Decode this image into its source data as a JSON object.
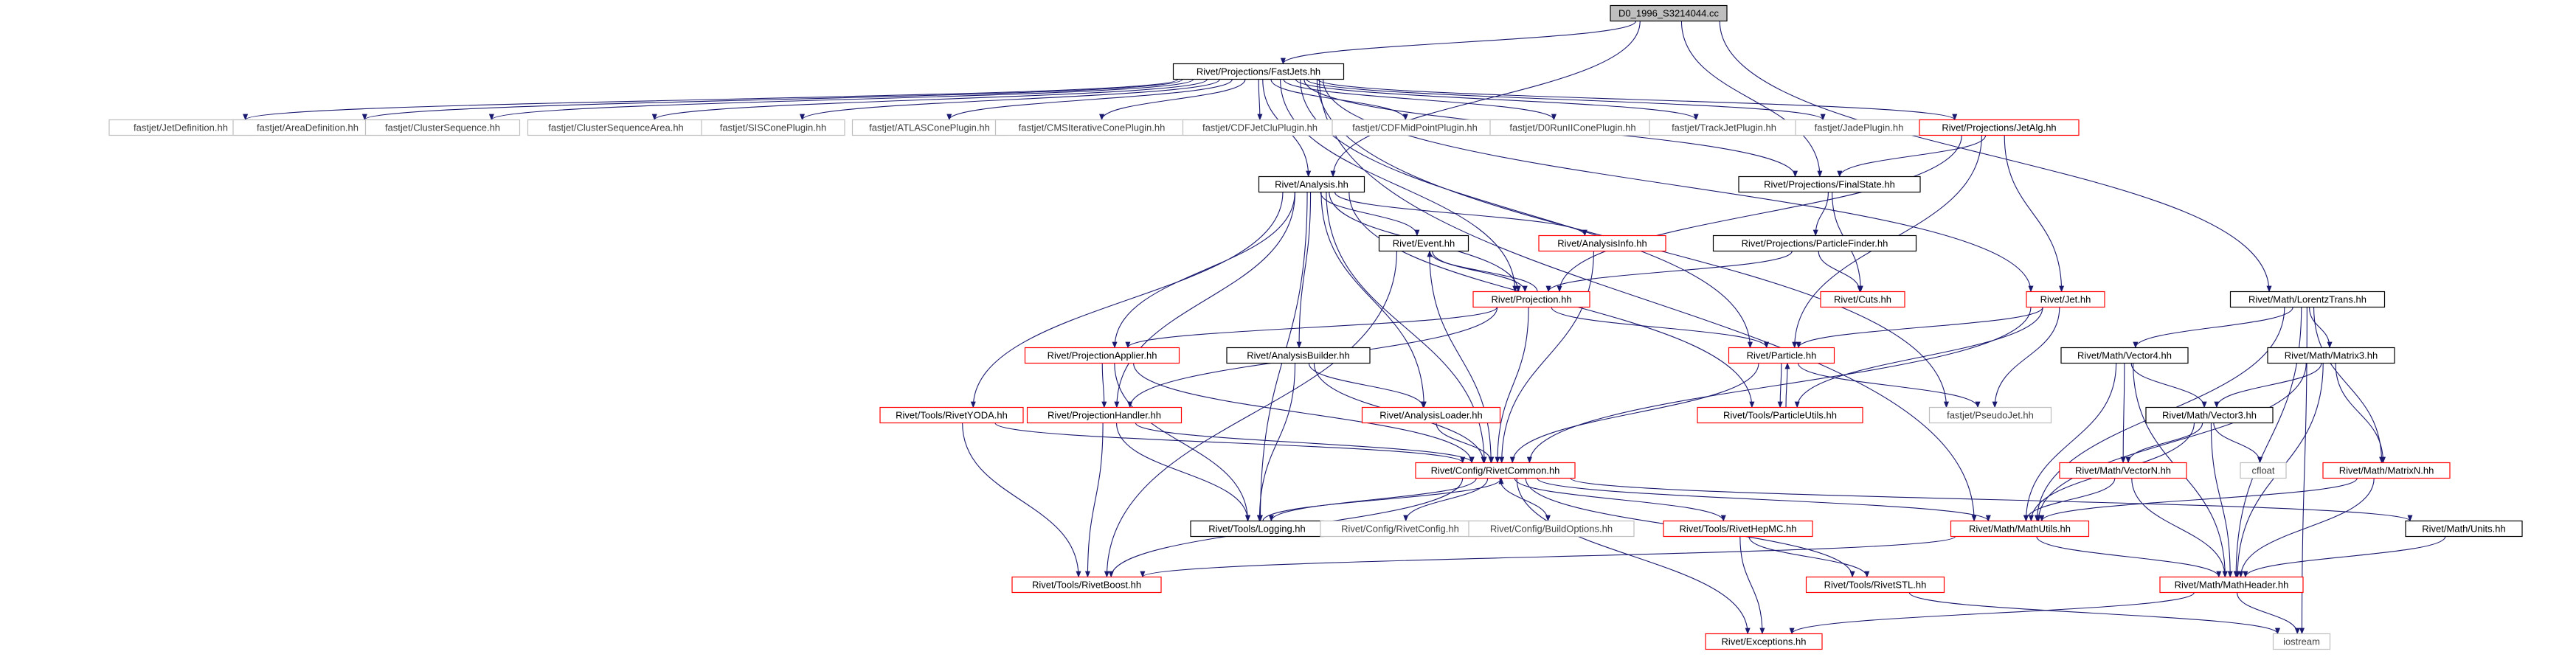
{
  "colors": {
    "edge": "#191970",
    "border_internal": "#000000",
    "border_missing": "#ff0000",
    "border_external": "#bfbfbf",
    "root_fill": "#bfbfbf",
    "text": "#000000",
    "text_external": "#404040"
  },
  "graph": {
    "nodes": [
      {
        "id": "root",
        "label": "D0_1996_S3214044.cc",
        "style": "root"
      },
      {
        "id": "fastjets",
        "label": "Rivet/Projections/FastJets.hh",
        "style": "internal"
      },
      {
        "id": "fj_jetdef",
        "label": "fastjet/JetDefinition.hh",
        "style": "external"
      },
      {
        "id": "fj_areadef",
        "label": "fastjet/AreaDefinition.hh",
        "style": "external"
      },
      {
        "id": "fj_clseq",
        "label": "fastjet/ClusterSequence.hh",
        "style": "external"
      },
      {
        "id": "fj_clseqarea",
        "label": "fastjet/ClusterSequenceArea.hh",
        "style": "external"
      },
      {
        "id": "fj_siscone",
        "label": "fastjet/SISConePlugin.hh",
        "style": "external"
      },
      {
        "id": "fj_atlascone",
        "label": "fastjet/ATLASConePlugin.hh",
        "style": "external"
      },
      {
        "id": "fj_cmsiter",
        "label": "fastjet/CMSIterativeConePlugin.hh",
        "style": "external"
      },
      {
        "id": "fj_cdfjetclu",
        "label": "fastjet/CDFJetCluPlugin.hh",
        "style": "external"
      },
      {
        "id": "fj_cdfmid",
        "label": "fastjet/CDFMidPointPlugin.hh",
        "style": "external"
      },
      {
        "id": "fj_d0run2",
        "label": "fastjet/D0RunIIConePlugin.hh",
        "style": "external"
      },
      {
        "id": "fj_trackjet",
        "label": "fastjet/TrackJetPlugin.hh",
        "style": "external"
      },
      {
        "id": "fj_jade",
        "label": "fastjet/JadePlugin.hh",
        "style": "external"
      },
      {
        "id": "jetalg",
        "label": "Rivet/Projections/JetAlg.hh",
        "style": "missing"
      },
      {
        "id": "analysis",
        "label": "Rivet/Analysis.hh",
        "style": "internal"
      },
      {
        "id": "finalstate",
        "label": "Rivet/Projections/FinalState.hh",
        "style": "internal"
      },
      {
        "id": "event",
        "label": "Rivet/Event.hh",
        "style": "internal"
      },
      {
        "id": "analysisinfo",
        "label": "Rivet/AnalysisInfo.hh",
        "style": "missing"
      },
      {
        "id": "particlefinder",
        "label": "Rivet/Projections/ParticleFinder.hh",
        "style": "internal"
      },
      {
        "id": "projection",
        "label": "Rivet/Projection.hh",
        "style": "missing"
      },
      {
        "id": "cuts",
        "label": "Rivet/Cuts.hh",
        "style": "missing"
      },
      {
        "id": "jet",
        "label": "Rivet/Jet.hh",
        "style": "missing"
      },
      {
        "id": "lorentztrans",
        "label": "Rivet/Math/LorentzTrans.hh",
        "style": "internal"
      },
      {
        "id": "projapplier",
        "label": "Rivet/ProjectionApplier.hh",
        "style": "missing"
      },
      {
        "id": "analysisbuilder",
        "label": "Rivet/AnalysisBuilder.hh",
        "style": "internal"
      },
      {
        "id": "particle",
        "label": "Rivet/Particle.hh",
        "style": "missing"
      },
      {
        "id": "vector4",
        "label": "Rivet/Math/Vector4.hh",
        "style": "internal"
      },
      {
        "id": "matrix3",
        "label": "Rivet/Math/Matrix3.hh",
        "style": "internal"
      },
      {
        "id": "rivetyoda",
        "label": "Rivet/Tools/RivetYODA.hh",
        "style": "missing"
      },
      {
        "id": "projhandler",
        "label": "Rivet/ProjectionHandler.hh",
        "style": "missing"
      },
      {
        "id": "analysisloader",
        "label": "Rivet/AnalysisLoader.hh",
        "style": "missing"
      },
      {
        "id": "particleutils",
        "label": "Rivet/Tools/ParticleUtils.hh",
        "style": "missing"
      },
      {
        "id": "pseudojet",
        "label": "fastjet/PseudoJet.hh",
        "style": "external"
      },
      {
        "id": "vector3",
        "label": "Rivet/Math/Vector3.hh",
        "style": "internal"
      },
      {
        "id": "cfloat",
        "label": "cfloat",
        "style": "external"
      },
      {
        "id": "vectorn",
        "label": "Rivet/Math/VectorN.hh",
        "style": "missing"
      },
      {
        "id": "matrixn",
        "label": "Rivet/Math/MatrixN.hh",
        "style": "missing"
      },
      {
        "id": "rivetcommon",
        "label": "Rivet/Config/RivetCommon.hh",
        "style": "missing"
      },
      {
        "id": "logging",
        "label": "Rivet/Tools/Logging.hh",
        "style": "internal"
      },
      {
        "id": "rivetconfig",
        "label": "Rivet/Config/RivetConfig.hh",
        "style": "external"
      },
      {
        "id": "buildoptions",
        "label": "Rivet/Config/BuildOptions.hh",
        "style": "external"
      },
      {
        "id": "rivethepmc",
        "label": "Rivet/Tools/RivetHepMC.hh",
        "style": "missing"
      },
      {
        "id": "mathutils",
        "label": "Rivet/Math/MathUtils.hh",
        "style": "missing"
      },
      {
        "id": "units",
        "label": "Rivet/Math/Units.hh",
        "style": "internal"
      },
      {
        "id": "rivetboost",
        "label": "Rivet/Tools/RivetBoost.hh",
        "style": "missing"
      },
      {
        "id": "rivetstl",
        "label": "Rivet/Tools/RivetSTL.hh",
        "style": "missing"
      },
      {
        "id": "mathheader",
        "label": "Rivet/Math/MathHeader.hh",
        "style": "missing"
      },
      {
        "id": "exceptions",
        "label": "Rivet/Exceptions.hh",
        "style": "missing"
      },
      {
        "id": "iostream",
        "label": "iostream",
        "style": "external"
      }
    ],
    "edges": [
      [
        "root",
        "fastjets"
      ],
      [
        "root",
        "analysis"
      ],
      [
        "root",
        "finalstate"
      ],
      [
        "root",
        "lorentztrans"
      ],
      [
        "fastjets",
        "fj_jetdef"
      ],
      [
        "fastjets",
        "fj_areadef"
      ],
      [
        "fastjets",
        "fj_clseq"
      ],
      [
        "fastjets",
        "fj_clseqarea"
      ],
      [
        "fastjets",
        "fj_siscone"
      ],
      [
        "fastjets",
        "fj_atlascone"
      ],
      [
        "fastjets",
        "fj_cmsiter"
      ],
      [
        "fastjets",
        "fj_cdfjetclu"
      ],
      [
        "fastjets",
        "fj_cdfmid"
      ],
      [
        "fastjets",
        "fj_d0run2"
      ],
      [
        "fastjets",
        "fj_trackjet"
      ],
      [
        "fastjets",
        "fj_jade"
      ],
      [
        "fastjets",
        "jetalg"
      ],
      [
        "fastjets",
        "analysis"
      ],
      [
        "fastjets",
        "finalstate"
      ],
      [
        "fastjets",
        "projection"
      ],
      [
        "fastjets",
        "jet"
      ],
      [
        "fastjets",
        "particle"
      ],
      [
        "fastjets",
        "pseudojet"
      ],
      [
        "fastjets",
        "mathutils"
      ],
      [
        "jetalg",
        "projection"
      ],
      [
        "jetalg",
        "finalstate"
      ],
      [
        "jetalg",
        "jet"
      ],
      [
        "jetalg",
        "particle"
      ],
      [
        "analysis",
        "event"
      ],
      [
        "analysis",
        "analysisinfo"
      ],
      [
        "analysis",
        "projection"
      ],
      [
        "analysis",
        "projapplier"
      ],
      [
        "analysis",
        "analysisbuilder"
      ],
      [
        "analysis",
        "rivetyoda"
      ],
      [
        "analysis",
        "projhandler"
      ],
      [
        "analysis",
        "analysisloader"
      ],
      [
        "analysis",
        "particleutils"
      ],
      [
        "analysis",
        "rivetcommon"
      ],
      [
        "analysis",
        "logging"
      ],
      [
        "finalstate",
        "particlefinder"
      ],
      [
        "finalstate",
        "cuts"
      ],
      [
        "particlefinder",
        "projection"
      ],
      [
        "particlefinder",
        "cuts"
      ],
      [
        "event",
        "projection"
      ],
      [
        "event",
        "rivetcommon"
      ],
      [
        "event",
        "rivetboost"
      ],
      [
        "analysisinfo",
        "rivetcommon"
      ],
      [
        "projection",
        "event"
      ],
      [
        "projection",
        "projapplier"
      ],
      [
        "projection",
        "projhandler"
      ],
      [
        "projection",
        "particle"
      ],
      [
        "projection",
        "rivetcommon"
      ],
      [
        "jet",
        "particle"
      ],
      [
        "jet",
        "particleutils"
      ],
      [
        "jet",
        "pseudojet"
      ],
      [
        "jet",
        "rivetcommon"
      ],
      [
        "lorentztrans",
        "vector4"
      ],
      [
        "lorentztrans",
        "matrix3"
      ],
      [
        "lorentztrans",
        "matrixn"
      ],
      [
        "lorentztrans",
        "mathheader"
      ],
      [
        "lorentztrans",
        "iostream"
      ],
      [
        "lorentztrans",
        "mathutils"
      ],
      [
        "projapplier",
        "projhandler"
      ],
      [
        "projapplier",
        "rivetcommon"
      ],
      [
        "projapplier",
        "logging"
      ],
      [
        "analysisbuilder",
        "analysisloader"
      ],
      [
        "analysisbuilder",
        "rivetcommon"
      ],
      [
        "analysisbuilder",
        "logging"
      ],
      [
        "particle",
        "particleutils"
      ],
      [
        "particle",
        "pseudojet"
      ],
      [
        "particle",
        "rivetcommon"
      ],
      [
        "particleutils",
        "particle"
      ],
      [
        "vector4",
        "vector3"
      ],
      [
        "vector4",
        "vectorn"
      ],
      [
        "vector4",
        "mathutils"
      ],
      [
        "vector4",
        "mathheader"
      ],
      [
        "matrix3",
        "vector3"
      ],
      [
        "matrix3",
        "matrixn"
      ],
      [
        "matrix3",
        "mathutils"
      ],
      [
        "matrix3",
        "mathheader"
      ],
      [
        "rivetyoda",
        "rivetcommon"
      ],
      [
        "rivetyoda",
        "rivetboost"
      ],
      [
        "projhandler",
        "rivetcommon"
      ],
      [
        "projhandler",
        "logging"
      ],
      [
        "projhandler",
        "rivetboost"
      ],
      [
        "analysisloader",
        "rivetcommon"
      ],
      [
        "vector3",
        "vectorn"
      ],
      [
        "vector3",
        "cfloat"
      ],
      [
        "vector3",
        "mathutils"
      ],
      [
        "vector3",
        "mathheader"
      ],
      [
        "vectorn",
        "mathutils"
      ],
      [
        "vectorn",
        "mathheader"
      ],
      [
        "matrixn",
        "mathutils"
      ],
      [
        "matrixn",
        "mathheader"
      ],
      [
        "rivetcommon",
        "logging"
      ],
      [
        "rivetcommon",
        "rivetconfig"
      ],
      [
        "rivetcommon",
        "buildoptions"
      ],
      [
        "rivetcommon",
        "rivethepmc"
      ],
      [
        "rivetcommon",
        "mathutils"
      ],
      [
        "rivetcommon",
        "units"
      ],
      [
        "rivetcommon",
        "rivetboost"
      ],
      [
        "rivetcommon",
        "rivetstl"
      ],
      [
        "rivetcommon",
        "exceptions"
      ],
      [
        "logging",
        "rivetcommon"
      ],
      [
        "rivethepmc",
        "rivetstl"
      ],
      [
        "rivethepmc",
        "exceptions"
      ],
      [
        "mathutils",
        "rivetboost"
      ],
      [
        "mathutils",
        "mathheader"
      ],
      [
        "units",
        "mathheader"
      ],
      [
        "rivetstl",
        "iostream"
      ],
      [
        "mathheader",
        "exceptions"
      ],
      [
        "mathheader",
        "iostream"
      ]
    ]
  }
}
